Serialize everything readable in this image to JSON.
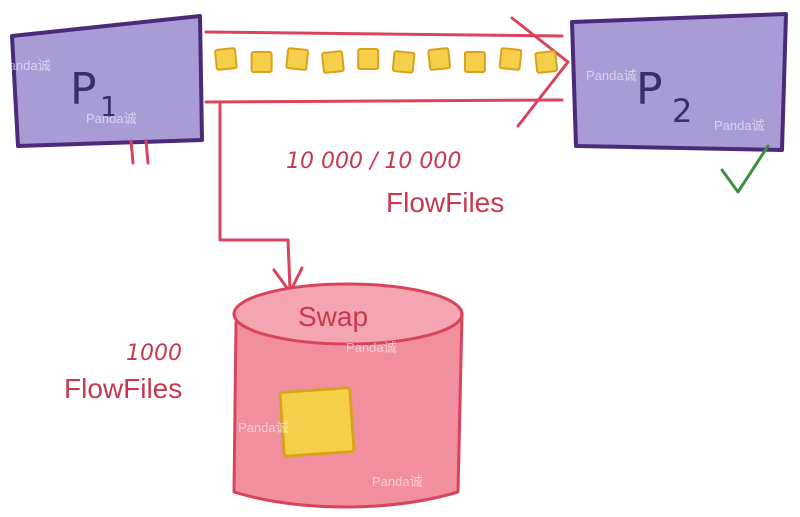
{
  "processors": {
    "p1": {
      "label_main": "P",
      "label_sub": "1",
      "status_mark": "back-pressure-mark-icon"
    },
    "p2": {
      "label_main": "P",
      "label_sub": "2",
      "status_mark": "checkmark-icon"
    }
  },
  "queue": {
    "count_text": "10 000 / 10 000",
    "unit_text": "FlowFiles",
    "flowfile_count_shown": 10
  },
  "swap": {
    "title": "Swap",
    "count_text": "1000",
    "unit_text": "FlowFiles"
  },
  "watermark": "Panda诚",
  "colors": {
    "processor_fill": "#a99bd6",
    "processor_border": "#4b2a7a",
    "arrow": "#d9445c",
    "flowfile_fill": "#f6cf4a",
    "flowfile_border": "#d9a21c",
    "swap_fill": "#f28f9f",
    "swap_border": "#d9445c",
    "check": "#3f8f3f"
  }
}
